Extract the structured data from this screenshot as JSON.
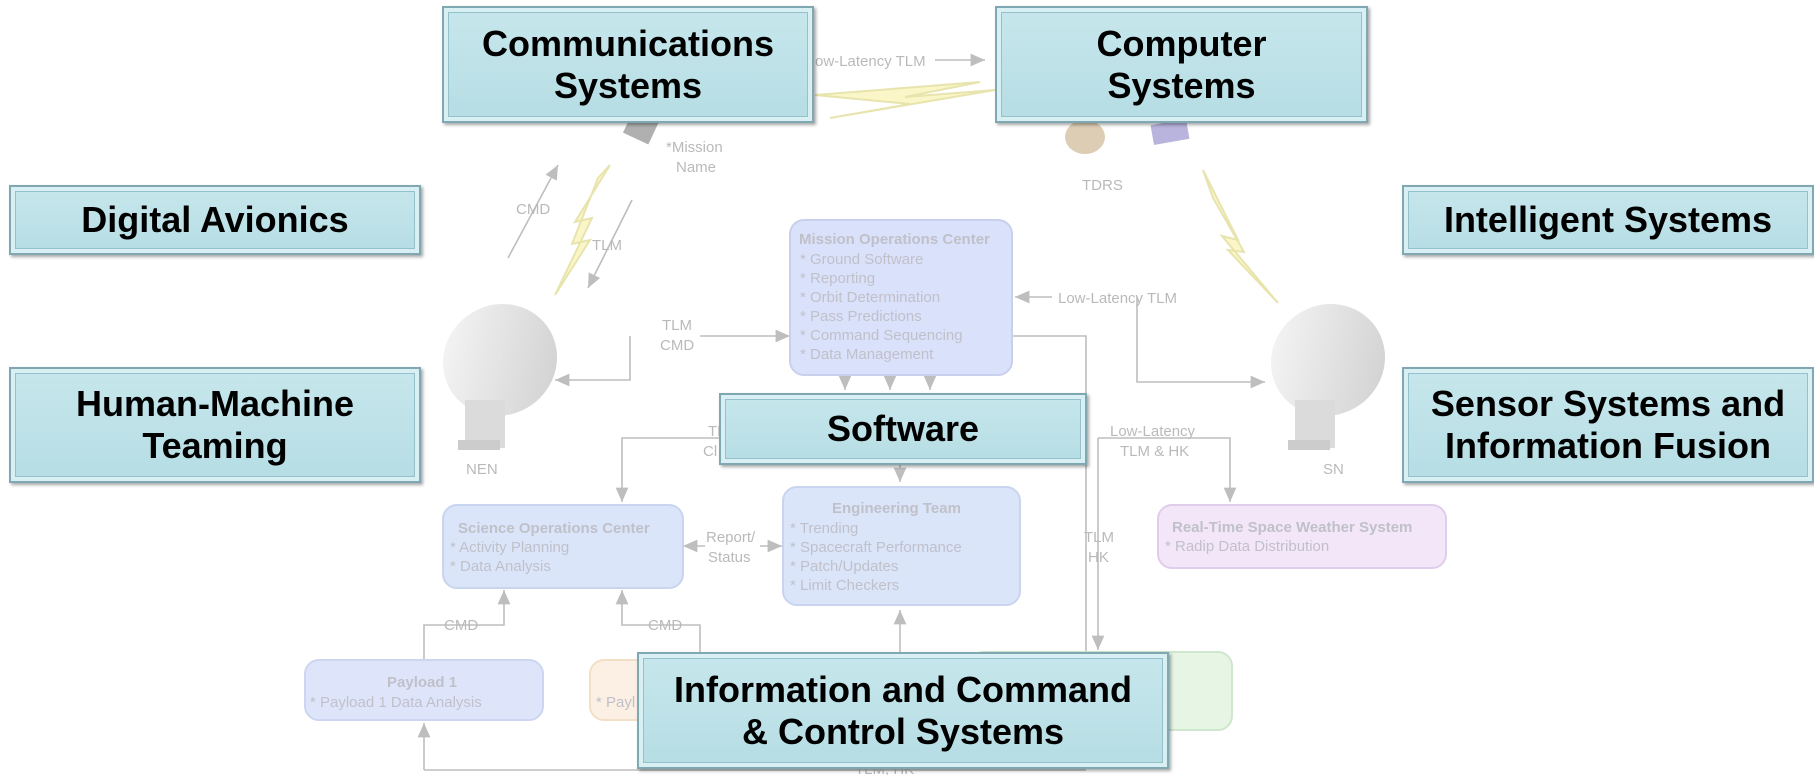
{
  "overlays": {
    "communications": "Communications\nSystems",
    "computer": "Computer\nSystems",
    "digital_avionics": "Digital Avionics",
    "intelligent": "Intelligent Systems",
    "human_machine": "Human-Machine\nTeaming",
    "sensor": "Sensor Systems and\nInformation Fusion",
    "software": "Software",
    "info_command": "Information and Command\n& Control Systems"
  },
  "background": {
    "mission_name_1": "*Mission",
    "mission_name_2": "Name",
    "tdrs": "TDRS",
    "nen": "NEN",
    "sn": "SN",
    "low_latency_tlm_top": "ow-Latency TLM",
    "cmd": "CMD",
    "tlm": "TLM",
    "tlm_cmd_1": "TLM",
    "tlm_cmd_2": "CMD",
    "low_latency_tlm_right": "Low-Latency TLM",
    "low_latency_tlm_hk_1": "Low-Latency",
    "low_latency_tlm_hk_2": "TLM & HK",
    "tlm_hk_1": "TLM",
    "tlm_hk_2": "HK",
    "report_status_1": "Report/",
    "report_status_2": "Status",
    "cmd_left": "CMD",
    "cmd_mid": "CMD",
    "tl_partial": "TL",
    "cl_partial": "Cl",
    "tlm_hk_bottom": "TLM, HK",
    "moc": {
      "title": "Mission Operations Center",
      "items": [
        "* Ground Software",
        "* Reporting",
        "* Orbit Determination",
        "* Pass Predictions",
        "* Command Sequencing",
        "* Data Management"
      ]
    },
    "soc": {
      "title": "Science Operations Center",
      "items": [
        "* Activity Planning",
        "* Data Analysis"
      ]
    },
    "eng": {
      "title": "Engineering Team",
      "items": [
        "* Trending",
        "* Spacecraft Performance",
        "* Patch/Updates",
        "* Limit Checkers"
      ]
    },
    "rtsws": {
      "title": "Real-Time Space Weather System",
      "items": [
        "* Radip Data Distribution"
      ]
    },
    "payload1": {
      "title": "Payload 1",
      "items": [
        "* Payload 1 Data Analysis"
      ]
    },
    "payload2_partial": "* Payl"
  },
  "colors": {
    "overlay_fill": "#c0e4ea",
    "moc_fill": "#a9b9f5",
    "soc_fill": "#a9c3f5",
    "eng_fill": "#a9c3f5",
    "rtsws_fill": "#e1c6ef",
    "payload1_fill": "#b1c3f7",
    "payload2_fill": "#f7dcbd",
    "green_fill": "#c5e8c0"
  }
}
